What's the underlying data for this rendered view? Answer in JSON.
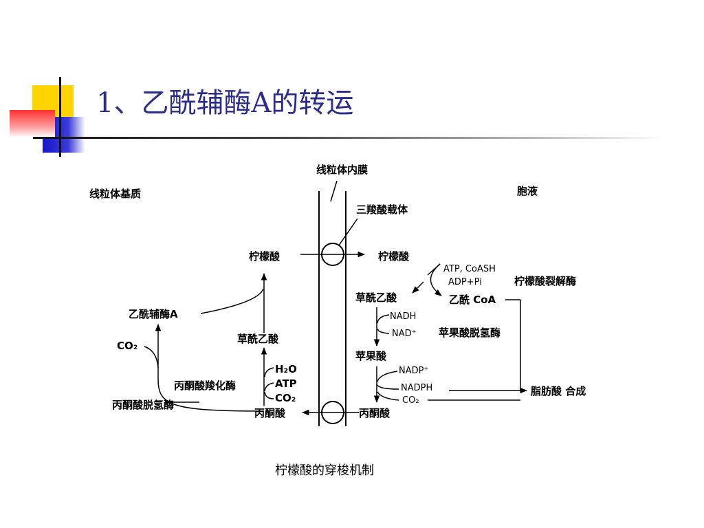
{
  "slide": {
    "title": "1、乙酰辅酶A的转运",
    "caption": "柠檬酸的穿梭机制",
    "colors": {
      "title": "#2b2d8c",
      "accent_yellow": "#ffd400",
      "accent_blue": "#1818c8",
      "accent_red": "#ff3030"
    }
  },
  "diagram": {
    "membrane_label": "线粒体内膜",
    "matrix_label": "线粒体基质",
    "cytosol_label": "胞液",
    "carrier_label": "三羧酸载体",
    "matrix": {
      "citrate": "柠檬酸",
      "acetyl_coa": "乙酰辅酶A",
      "oxaloacetate": "草酰乙酸",
      "co2_left": "CO₂",
      "h2o": "H₂O",
      "atp": "ATP",
      "co2": "CO₂",
      "pyruvate_carboxylase": "丙酮酸羧化酶",
      "pyruvate_dehydrogenase": "丙酮酸脱氢酶",
      "pyruvate": "丙酮酸"
    },
    "cytosol": {
      "citrate": "柠檬酸",
      "atp_coash": "ATP, CoASH",
      "adp_pi": "ADP+Pi",
      "citrate_lyase": "柠檬酸裂解酶",
      "oxaloacetate": "草酰乙酸",
      "acetyl_coa": "乙酰 CoA",
      "nadh": "NADH",
      "nad": "NAD⁺",
      "malate_dehydrogenase": "苹果酸脱氢酶",
      "malate": "苹果酸",
      "nadp": "NADP⁺",
      "nadph": "NADPH",
      "co2": "CO₂",
      "fatty_acid_synthesis": "脂肪酸 合成",
      "pyruvate": "丙酮酸"
    }
  }
}
